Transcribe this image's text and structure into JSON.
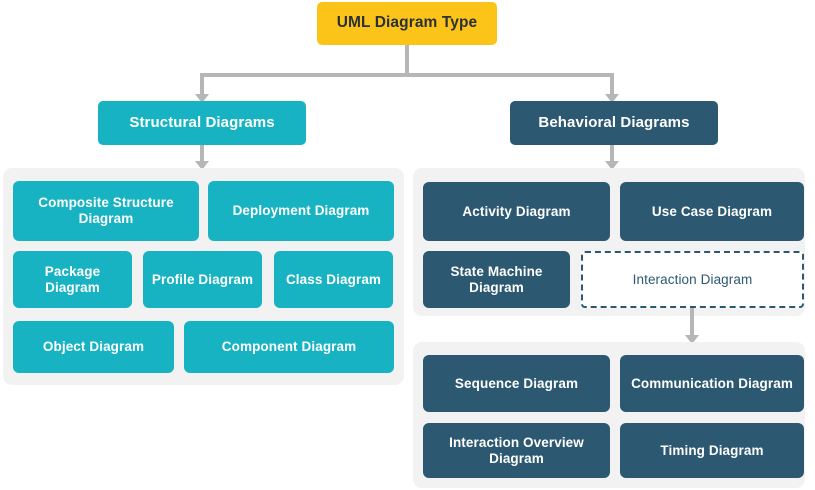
{
  "diagram": {
    "title": "UML Diagram Type",
    "root": {
      "label": "UML Diagram Type"
    },
    "branches": {
      "structural": {
        "label": "Structural Diagrams",
        "color": "#17b3c3",
        "panel_color": "#f2f2f2",
        "rows": [
          [
            "Composite Structure Diagram",
            "Deployment Diagram"
          ],
          [
            "Package Diagram",
            "Profile Diagram",
            "Class Diagram"
          ],
          [
            "Object Diagram",
            "Component Diagram"
          ]
        ],
        "items": [
          "Composite Structure Diagram",
          "Deployment Diagram",
          "Package Diagram",
          "Profile Diagram",
          "Class Diagram",
          "Object Diagram",
          "Component Diagram"
        ]
      },
      "behavioral": {
        "label": "Behavioral Diagrams",
        "color": "#2c5872",
        "panel_color": "#f2f2f2",
        "rows": [
          [
            "Activity Diagram",
            "Use Case Diagram"
          ],
          [
            "State Machine Diagram",
            "Interaction Diagram"
          ]
        ],
        "items": [
          "Activity Diagram",
          "Use Case Diagram",
          "State Machine Diagram",
          "Interaction Diagram"
        ],
        "interaction_subgroup": {
          "parent": "Interaction Diagram",
          "rows": [
            [
              "Sequence Diagram",
              "Communication Diagram"
            ],
            [
              "Interaction Overview Diagram",
              "Timing Diagram"
            ]
          ],
          "items": [
            "Sequence Diagram",
            "Communication Diagram",
            "Interaction Overview Diagram",
            "Timing Diagram"
          ]
        }
      }
    },
    "colors": {
      "root": "#fcc419",
      "root_text": "#2b3036",
      "teal": "#17b3c3",
      "navy": "#2c5872",
      "panel": "#f2f2f2",
      "connector": "#b6b6b6",
      "canvas": "#ffffff",
      "dashed_border": "#2c5872"
    }
  }
}
